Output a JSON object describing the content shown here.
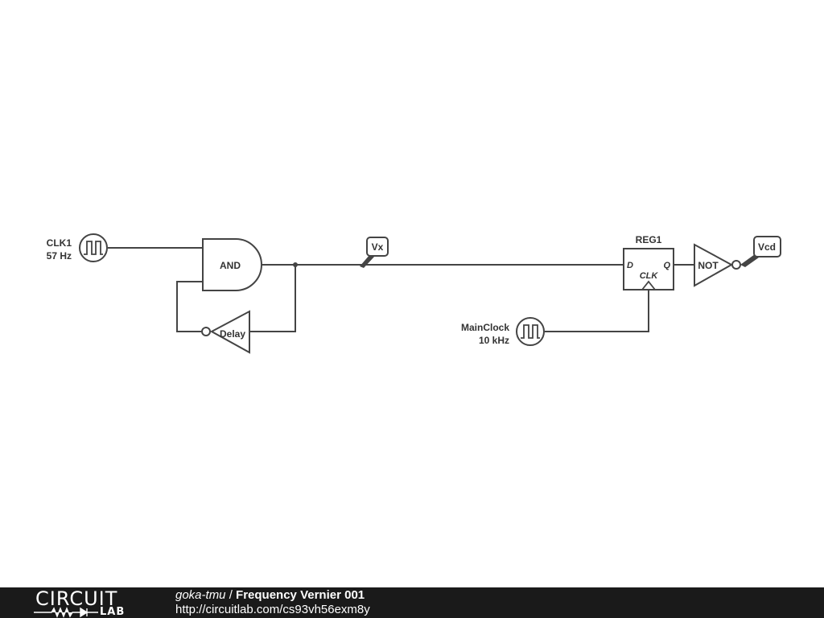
{
  "schematic": {
    "clk1": {
      "name": "CLK1",
      "freq": "57 Hz"
    },
    "and_gate": {
      "label": "AND"
    },
    "delay": {
      "label": "Delay"
    },
    "probe_vx": {
      "label": "Vx"
    },
    "register": {
      "name": "REG1",
      "d_pin": "D",
      "q_pin": "Q",
      "clk_pin": "CLK"
    },
    "not_gate": {
      "label": "NOT"
    },
    "probe_vcd": {
      "label": "Vcd"
    },
    "main_clock": {
      "name": "MainClock",
      "freq": "10 kHz"
    }
  },
  "footer": {
    "logo_top": "CIRCUIT",
    "logo_bottom": "LAB",
    "author": "goka-tmu",
    "separator": " / ",
    "title": "Frequency Vernier 001",
    "url": "http://circuitlab.com/cs93vh56exm8y"
  }
}
